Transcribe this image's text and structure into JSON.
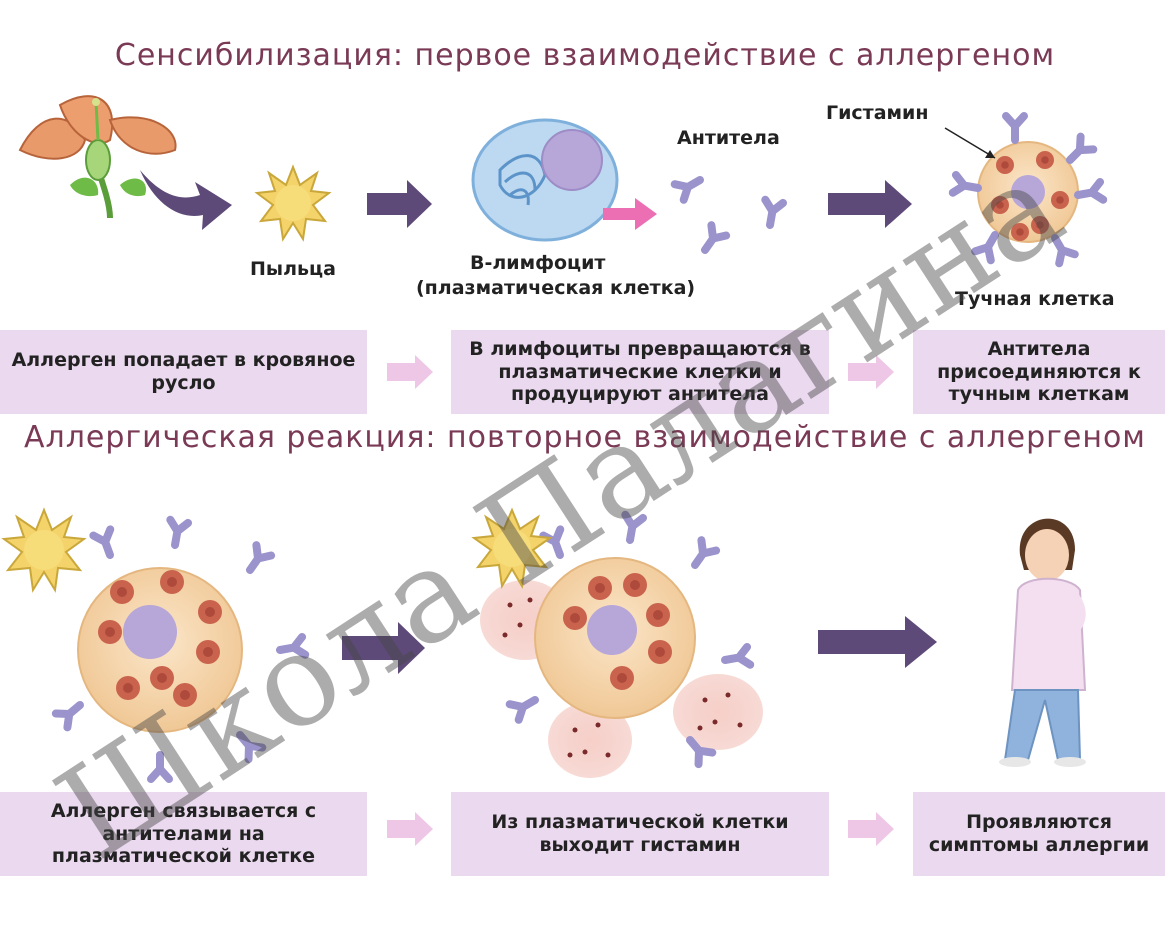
{
  "section1": {
    "title": "Сенсибилизация: первое взаимодействие с аллергеном",
    "labels": {
      "pollen": "Пыльца",
      "blymph_line1": "В-лимфоцит",
      "blymph_line2": "(плазматическая клетка)",
      "antibodies": "Антитела",
      "histamine": "Гистамин",
      "mastcell": "Тучная клетка"
    },
    "steps": [
      "Аллерген попадает в кровяное русло",
      "В лимфоциты превращаются в плазматические клетки и продуцируют антитела",
      "Антитела присоединяются к тучным клеткам"
    ]
  },
  "section2": {
    "title": "Аллергическая реакция: повторное взаимодействие с аллергеном",
    "steps": [
      "Аллерген связывается с антителами на плазматической клетке",
      "Из плазматической клетки выходит гистамин",
      "Проявляются симптомы аллергии"
    ]
  },
  "watermark": "Школа Палагина",
  "colors": {
    "title": "#7a3a55",
    "box": "#ebd9ef",
    "arrow": "#5e4a78",
    "arrow_light": "#eec6e6",
    "cell": "#f4d3a7",
    "nucleus": "#b7a6d8",
    "granule": "#c9634e",
    "antibody": "#9a93cc"
  }
}
